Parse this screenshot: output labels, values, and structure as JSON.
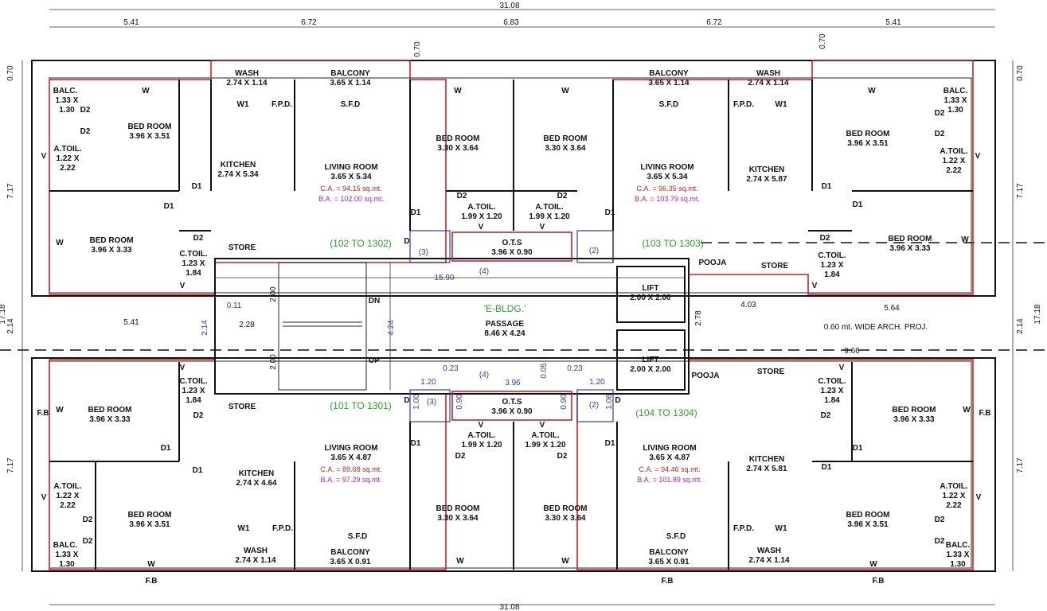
{
  "building": {
    "name": "'E-BLDG.'",
    "passage": "PASSAGE",
    "passage_dim": "8.46 X 4.24"
  },
  "overall": {
    "top_width": "31.08",
    "bottom_width": "31.08",
    "height": "17.18"
  },
  "top_dims": [
    "5.41",
    "6.72",
    "6.83",
    "6.72",
    "5.41"
  ],
  "side_dims": {
    "top": "7.17",
    "mid": "2.14",
    "bottom": "7.17",
    "edge": "0.70",
    "total": "17.18"
  },
  "units": {
    "tl": {
      "label": "(102 TO 1302)",
      "ca": "C.A. = 94.15 sq.mt.",
      "ba": "B.A. = 102.00 sq.mt."
    },
    "tr": {
      "label": "(103 TO 1303)",
      "ca": "C.A. = 96.35 sq.mt.",
      "ba": "B.A. = 103.79 sq.mt."
    },
    "bl": {
      "label": "(101 TO 1301)",
      "ca": "C.A. = 89.68 sq.mt.",
      "ba": "B.A. = 97.29 sq.mt."
    },
    "br": {
      "label": "(104 TO 1304)",
      "ca": "C.A. = 94.46 sq.mt.",
      "ba": "B.A. = 101.89 sq.mt."
    }
  },
  "rooms": {
    "bed_room": "BED ROOM",
    "kitchen": "KITCHEN",
    "living_room": "LIVING ROOM",
    "balcony": "BALCONY",
    "wash": "WASH",
    "a_toil": "A.TOIL.",
    "c_toil": "C.TOIL.",
    "store": "STORE",
    "pooja": "POOJA",
    "lift": "LIFT",
    "ots": "O.T.S",
    "balc": "BALC.",
    "dn": "DN",
    "up": "UP",
    "fb": "F.B",
    "sfd": "S.F.D",
    "fpd": "F.P.D.",
    "w": "W",
    "w1": "W1",
    "d1": "D1",
    "d2": "D2",
    "d": "D",
    "v": "V"
  },
  "room_dims": {
    "bed_396_351": "3.96 X 3.51",
    "bed_396_333": "3.96 X 3.33",
    "bed_330_364": "3.30 X 3.64",
    "kitchen_274_534": "2.74 X 5.34",
    "kitchen_274_587": "2.74 X 5.87",
    "kitchen_274_464": "2.74 X 4.64",
    "kitchen_274_581": "2.74 X 5.81",
    "living_365_534": "3.65 X 5.34",
    "living_365_487": "3.65 X 4.87",
    "balcony_365_114": "3.65 X 1.14",
    "balcony_365_091": "3.65 X 0.91",
    "wash_274_114": "2.74 X 1.14",
    "atoil_199_120": "1.99 X 1.20",
    "atoil_122_222_a": "1.22 X",
    "atoil_122_222_b": "2.22",
    "ctoil_123_184_a": "1.23 X",
    "ctoil_123_184_b": "1.84",
    "balc_133_130_a": "1.33 X",
    "balc_133_130_b": "1.30",
    "ots_396_090": "3.96 X 0.90",
    "lift_200_200": "2.00 X 2.00"
  },
  "misc_dims": {
    "d_15_90": "15.90",
    "d_4_24": "4.24",
    "d_2_00": "2.00",
    "d_2_28": "2.28",
    "d_0_11": "0.11",
    "d_5_41": "5.41",
    "d_2_14": "2.14",
    "d_4_03": "4.03",
    "d_5_64": "5.64",
    "d_9_66": "9.66",
    "d_2_78": "2.78",
    "d_0_23": "0.23",
    "d_3_96": "3.96",
    "d_1_20": "1.20",
    "d_1_00": "1.00",
    "d_0_90": "0.90",
    "d_0_05": "0.05",
    "d_1_06": "1.06",
    "d_0_70": "0.70",
    "arch": "0.60 mt. WIDE ARCH. PROJ.",
    "n2": "(2)",
    "n3": "(3)",
    "n4": "(4)"
  },
  "colors": {
    "wall": "#111111",
    "unit_outline": "#d42020",
    "core": "#2a3fb0",
    "unit_label": "#25a825",
    "ba": "#b020b0"
  }
}
